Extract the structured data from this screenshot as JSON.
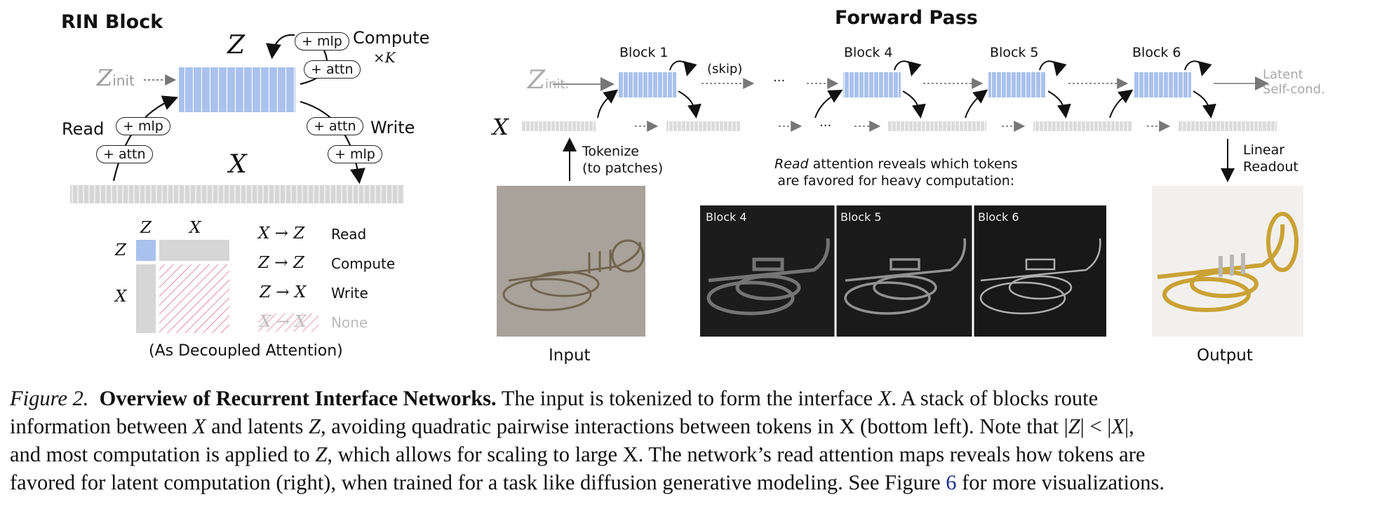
{
  "rin_block": {
    "title": "RIN Block",
    "z_label": "Z",
    "x_label": "X",
    "z_init_label": "init",
    "compute_label": "Compute",
    "times_k": "×K",
    "read_label": "Read",
    "write_label": "Write",
    "pill_mlp": "+ mlp",
    "pill_attn": "+ attn",
    "matrix_col_z": "Z",
    "matrix_col_x": "X",
    "matrix_row_z": "Z",
    "matrix_row_x": "X",
    "legend": [
      {
        "math": "X → Z",
        "name": "Read"
      },
      {
        "math": "Z → Z",
        "name": "Compute"
      },
      {
        "math": "Z → X",
        "name": "Write"
      },
      {
        "math": "X → X",
        "name": "None"
      }
    ],
    "decoupled_caption": "(As Decoupled Attention)"
  },
  "forward_pass": {
    "title": "Forward Pass",
    "z_init_sub": "init.",
    "x_label": "X",
    "blocks": [
      "Block 1",
      "Block 4",
      "Block 5",
      "Block 6"
    ],
    "skip_label": "(skip)",
    "ellipsis": "...",
    "latent_selfcond": [
      "Latent",
      "Self-cond."
    ],
    "tokenize": [
      "Tokenize",
      "(to patches)"
    ],
    "read_note_italic": "Read",
    "read_note_rest": " attention reveals which tokens",
    "read_note_line2": "are favored for heavy computation:",
    "attn_maps": [
      "Block 4",
      "Block 5",
      "Block 6"
    ],
    "linear_readout": [
      "Linear",
      "Readout"
    ],
    "input_label": "Input",
    "output_label": "Output"
  },
  "caption": {
    "fig_label": "Figure 2.",
    "bold_title": "Overview of Recurrent Interface Networks.",
    "seg1": " The input is tokenized to form the interface ",
    "seg2": ". A stack of blocks route",
    "seg3": "information between ",
    "seg4": " and latents ",
    "seg5": ", avoiding quadratic pairwise interactions between tokens in X (bottom left). Note that |",
    "seg6": "| < |",
    "seg7": "|,",
    "seg8": "and most computation is applied to ",
    "seg9": ", which allows for scaling to large X. The network’s read attention maps reveals how tokens are",
    "seg10": "favored for latent computation (right), when trained for a task like diffusion generative modeling. See Figure ",
    "fig_ref": "6",
    "seg11": " for more visualizations.",
    "x": "X",
    "z": "Z"
  },
  "colors": {
    "latent_blue": "#a9c1ec",
    "token_gray": "#d6d6d6",
    "hatch_pink": "#e88aa0",
    "ref_blue": "#1f2f8f"
  }
}
